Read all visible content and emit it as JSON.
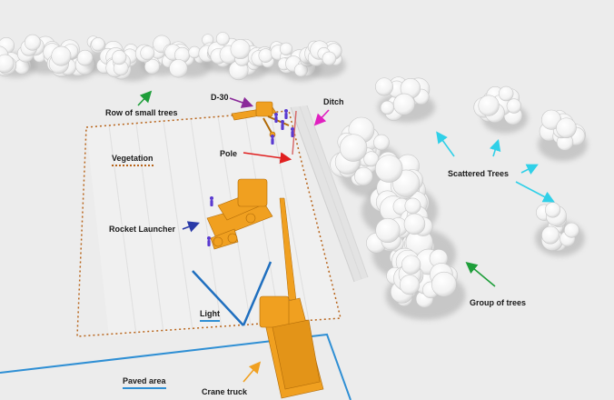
{
  "labels": {
    "row_of_small_trees": "Row of small trees",
    "d30": "D-30",
    "ditch": "Ditch",
    "vegetation": "Vegetation",
    "pole": "Pole",
    "scattered_trees": "Scattered Trees",
    "rocket_launcher": "Rocket Launcher",
    "group_of_trees": "Group of trees",
    "light": "Light",
    "paved_area": "Paved area",
    "crane_truck": "Crane truck"
  },
  "colors": {
    "ground": "#ececec",
    "tree": "#ffffff",
    "vehicle": "#f0a020",
    "vegetation_outline": "#b8641a",
    "paved_outline": "#2f8fd4",
    "soldier": "#5a3ad0",
    "arrow_green": "#1e9e3a",
    "arrow_purple": "#8a2a9a",
    "arrow_magenta": "#e020c0",
    "arrow_red": "#e02020",
    "arrow_cyan": "#30d0e8",
    "arrow_blue": "#2a3aa8",
    "arrow_orange": "#f0a020"
  }
}
